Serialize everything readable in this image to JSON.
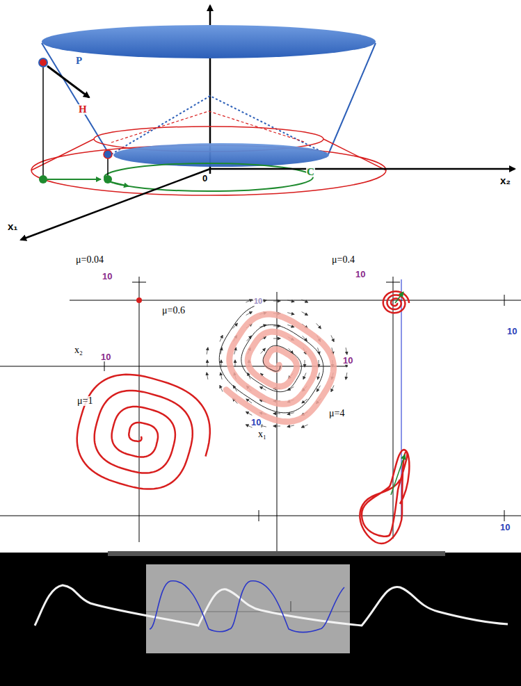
{
  "diagram": {
    "labels": [
      "P",
      "H",
      "C",
      "0",
      "x₂",
      "x₁",
      "10",
      "10",
      "μ=0.04",
      "μ=0.4",
      "μ=0.6",
      "10",
      "x₂",
      "10",
      "10",
      "10",
      "μ=1",
      "μ=4",
      "x₁",
      "10",
      "10"
    ]
  }
}
